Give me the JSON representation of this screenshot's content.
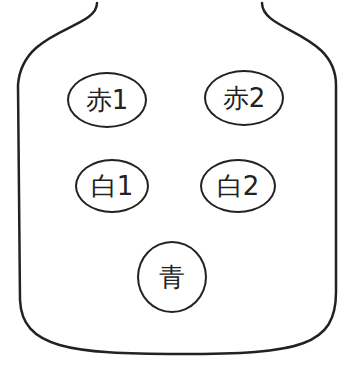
{
  "diagram": {
    "nodes": [
      {
        "text": [
          "赤1"
        ]
      },
      {
        "text": [
          "赤2"
        ]
      },
      {
        "text": [
          "白1"
        ]
      },
      {
        "text": [
          "白2"
        ]
      },
      {
        "text": [
          "青"
        ]
      }
    ]
  }
}
